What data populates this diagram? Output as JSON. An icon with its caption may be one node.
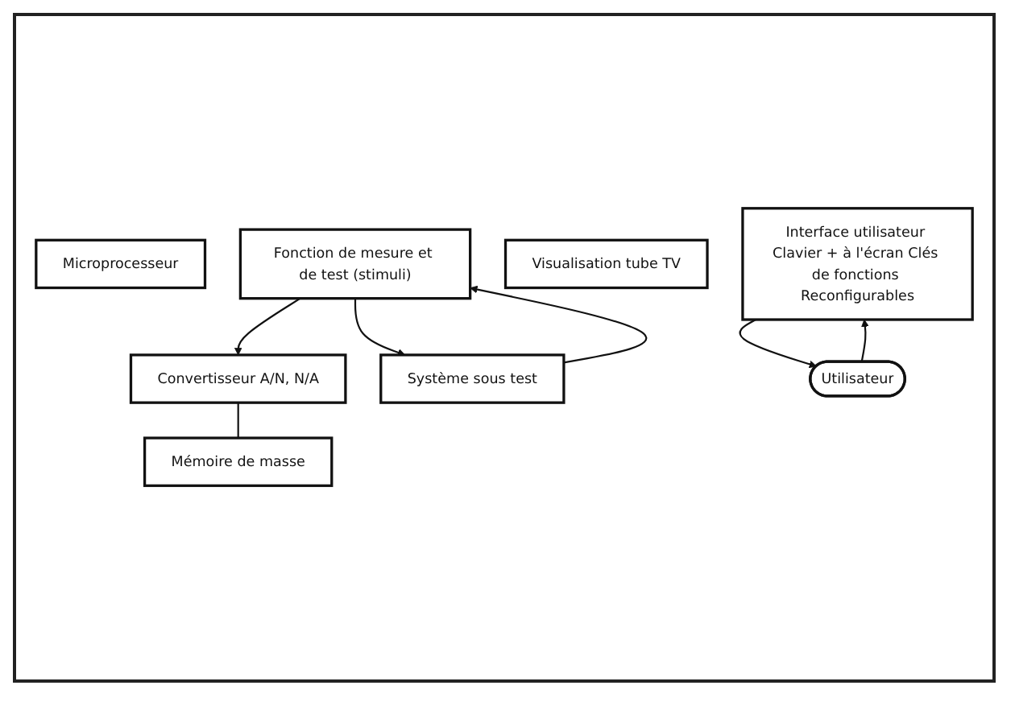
{
  "diagram": {
    "nodes": [
      {
        "text": [
          "Microprocesseur"
        ]
      },
      {
        "text": [
          "Convertisseur A/N, N/A"
        ]
      },
      {
        "text": [
          "Mémoire de masse"
        ]
      },
      {
        "text": [
          "Fonction de mesure et de test (stimuli)"
        ]
      },
      {
        "text": [
          "Visualisation tube TV"
        ]
      },
      {
        "text": [
          "Interface utilisateur Clavier + à l'écran Clés de fonctions Reconfigurables"
        ]
      },
      {
        "text": [
          "Système sous test"
        ]
      },
      {
        "text": [
          "Utilisateur"
        ]
      }
    ],
    "edges": [
      {
        "from": 3,
        "to": 1,
        "arrow": "to"
      },
      {
        "from": 1,
        "to": 2,
        "arrow": "none"
      },
      {
        "from": 3,
        "to": 6,
        "arrow": "to"
      },
      {
        "from": 6,
        "to": 3,
        "arrow": "to"
      },
      {
        "from": 5,
        "to": 7,
        "arrow": "to"
      },
      {
        "from": 7,
        "to": 5,
        "arrow": "to"
      }
    ]
  }
}
